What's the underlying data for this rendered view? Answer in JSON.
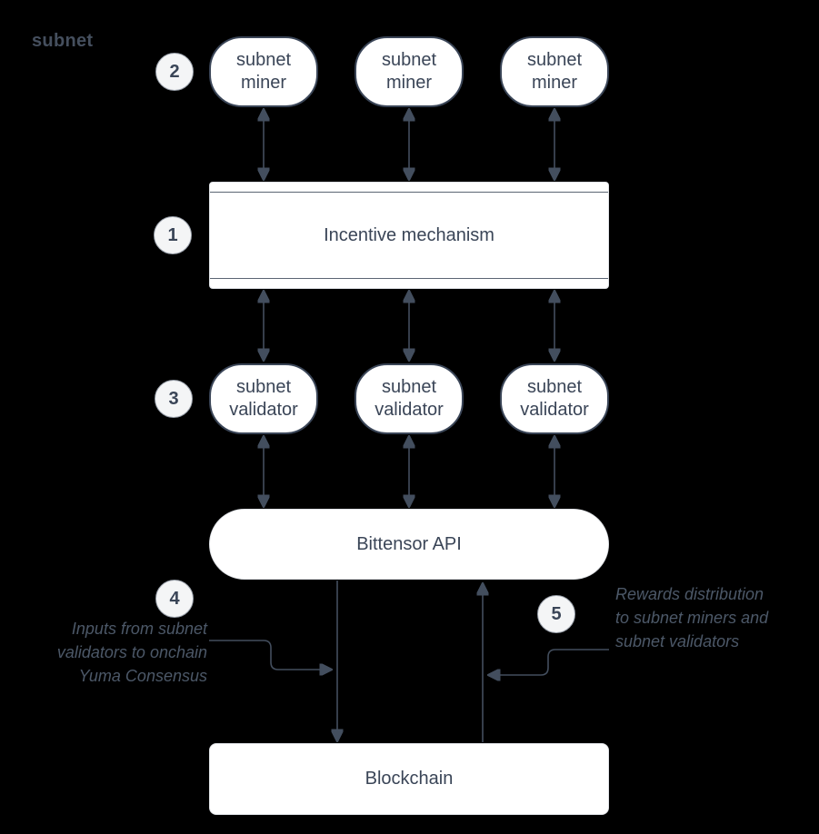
{
  "diagram": {
    "container_label": "subnet",
    "nodes": {
      "miners": [
        {
          "label": "subnet miner"
        },
        {
          "label": "subnet miner"
        },
        {
          "label": "subnet miner"
        }
      ],
      "incentive": {
        "label": "Incentive mechanism"
      },
      "validators": [
        {
          "label": "subnet validator"
        },
        {
          "label": "subnet validator"
        },
        {
          "label": "subnet validator"
        }
      ],
      "api": {
        "label": "Bittensor API"
      },
      "blockchain": {
        "label": "Blockchain"
      }
    },
    "badges": {
      "incentive": "1",
      "miners": "2",
      "validators": "3",
      "inputs": "4",
      "rewards": "5"
    },
    "annotations": {
      "inputs": {
        "lines": [
          "Inputs from subnet",
          "validators to onchain",
          "Yuma Consensus"
        ]
      },
      "rewards": {
        "lines": [
          "Rewards distribution",
          "to subnet miners and",
          "subnet validators"
        ]
      }
    },
    "colors": {
      "bg": "#000000",
      "node-fill": "#ffffff",
      "node-stroke": "#3a4557",
      "rect-stroke": "#dfe2e6",
      "separator": "#5b6573",
      "connector": "#434e5e",
      "text": "#3a4557",
      "badge-fill": "#f4f5f6",
      "badge-stroke": "#99a0aa",
      "annotation-text": "#4c5868"
    }
  }
}
